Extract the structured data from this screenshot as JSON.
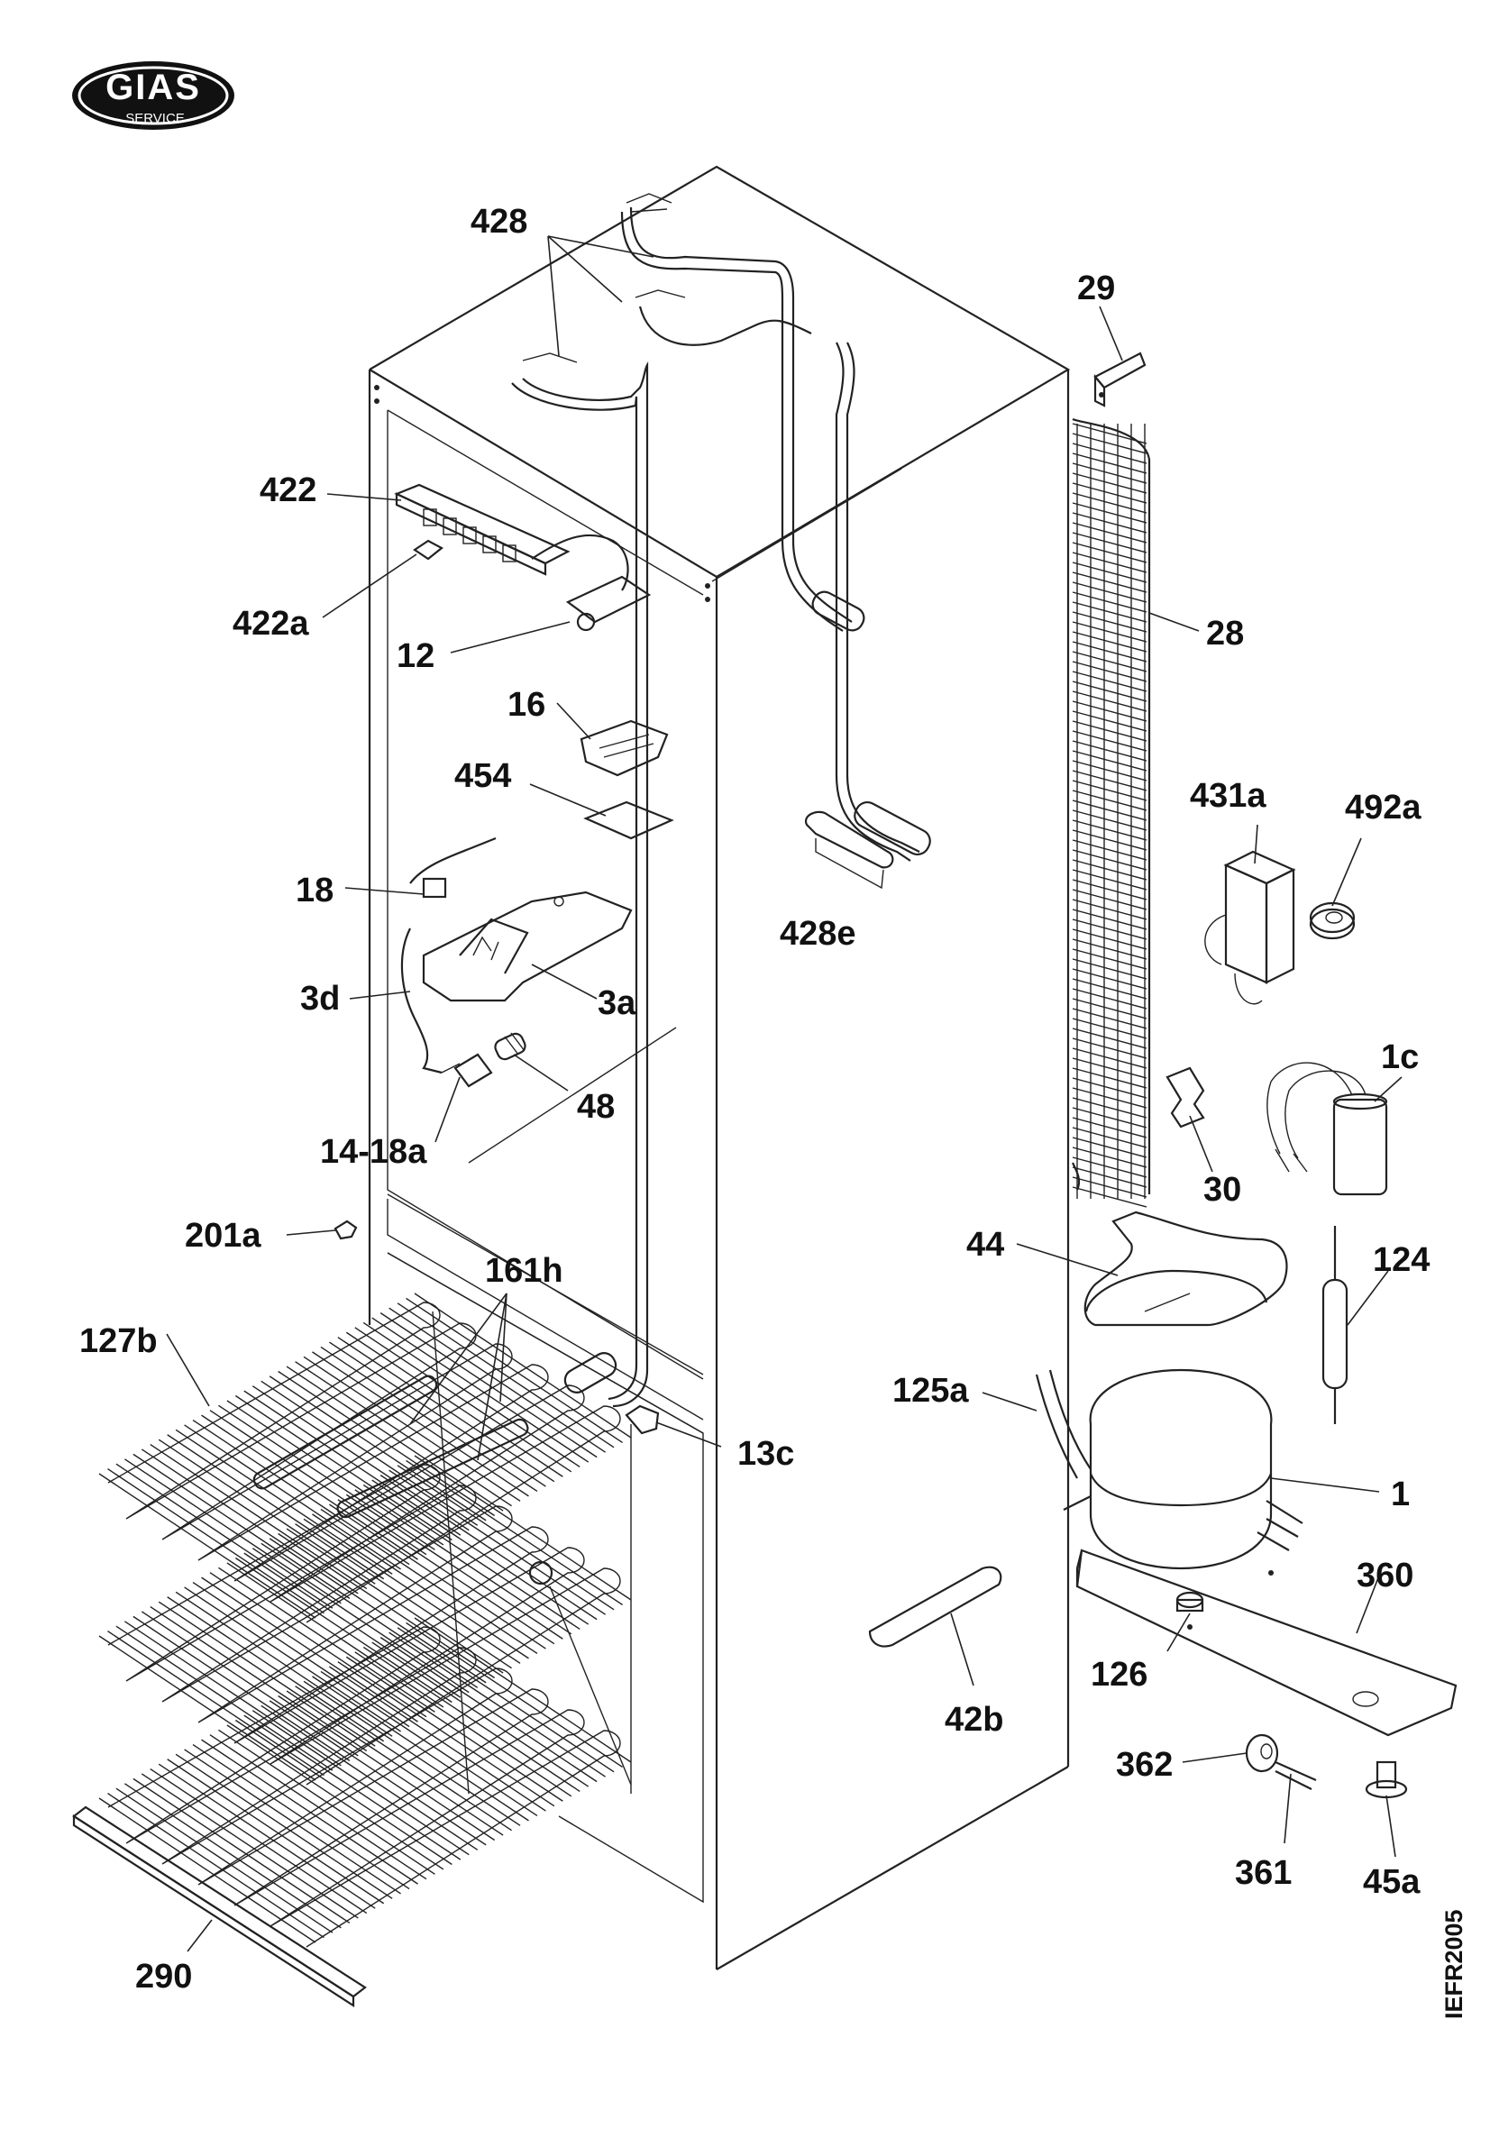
{
  "brand": {
    "logo_text": "GIAS",
    "logo_subtext": "SERVICE"
  },
  "document_code": "IEFR2005",
  "labels": {
    "l428": "428",
    "l29": "29",
    "l422": "422",
    "l422a": "422a",
    "l12": "12",
    "l28": "28",
    "l16": "16",
    "l454": "454",
    "l431a": "431a",
    "l492a": "492a",
    "l428e": "428e",
    "l18": "18",
    "l3d": "3d",
    "l3a": "3a",
    "l1c": "1c",
    "l48": "48",
    "l14_18a": "14-18a",
    "l30": "30",
    "l44": "44",
    "l201a": "201a",
    "l161h": "161h",
    "l124": "124",
    "l127b": "127b",
    "l125a": "125a",
    "l13c": "13c",
    "l1": "1",
    "l360": "360",
    "l126": "126",
    "l42b": "42b",
    "l362": "362",
    "l361": "361",
    "l45a": "45a",
    "l290": "290"
  }
}
